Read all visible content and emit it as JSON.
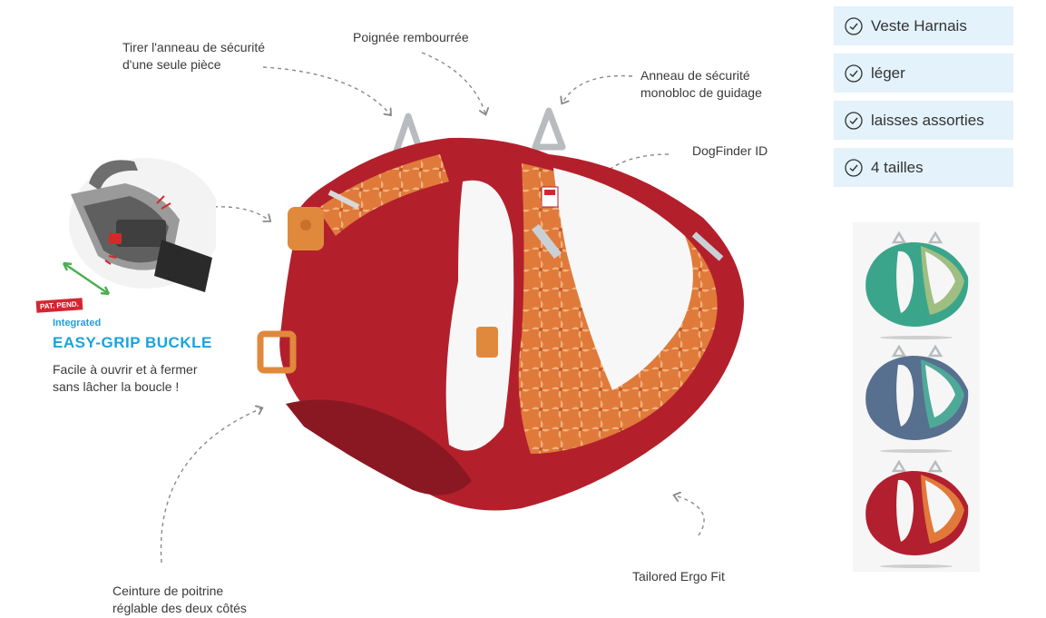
{
  "callouts": {
    "safety_ring_pull": [
      "Tirer l'anneau de sécurité",
      "d'une seule pièce"
    ],
    "padded_handle": "Poignée rembourrée",
    "guide_ring": [
      "Anneau de sécurité",
      "monobloc de guidage"
    ],
    "dogfinder": "DogFinder ID",
    "chest_belt": [
      "Ceinture de poitrine",
      "réglable des deux côtés"
    ],
    "ergo_fit": "Tailored Ergo Fit"
  },
  "buckle": {
    "badge": "PAT. PEND.",
    "integrated": "Integrated",
    "title": "EASY-GRIP BUCKLE",
    "description": [
      "Facile à ouvrir et à fermer",
      "sans lâcher la boucle !"
    ]
  },
  "features": [
    {
      "label": "Veste Harnais",
      "icon": "check-circle-icon"
    },
    {
      "label": "léger",
      "icon": "check-circle-icon"
    },
    {
      "label": "laisses assorties",
      "icon": "check-circle-icon"
    },
    {
      "label": "4 tailles",
      "icon": "check-circle-icon"
    }
  ],
  "variants": [
    {
      "name": "green",
      "color": "#3aa58a",
      "pattern": "#f3d37a"
    },
    {
      "name": "blue",
      "color": "#58708f",
      "pattern": "#4db89a"
    },
    {
      "name": "red",
      "color": "#b21f2e",
      "pattern": "#e88a3c"
    }
  ],
  "colors": {
    "main_red": "#b3202c",
    "pattern_orange": "#e07a3a",
    "accent_blue": "#1aa3dd",
    "feature_bg": "#e3f2fb"
  }
}
